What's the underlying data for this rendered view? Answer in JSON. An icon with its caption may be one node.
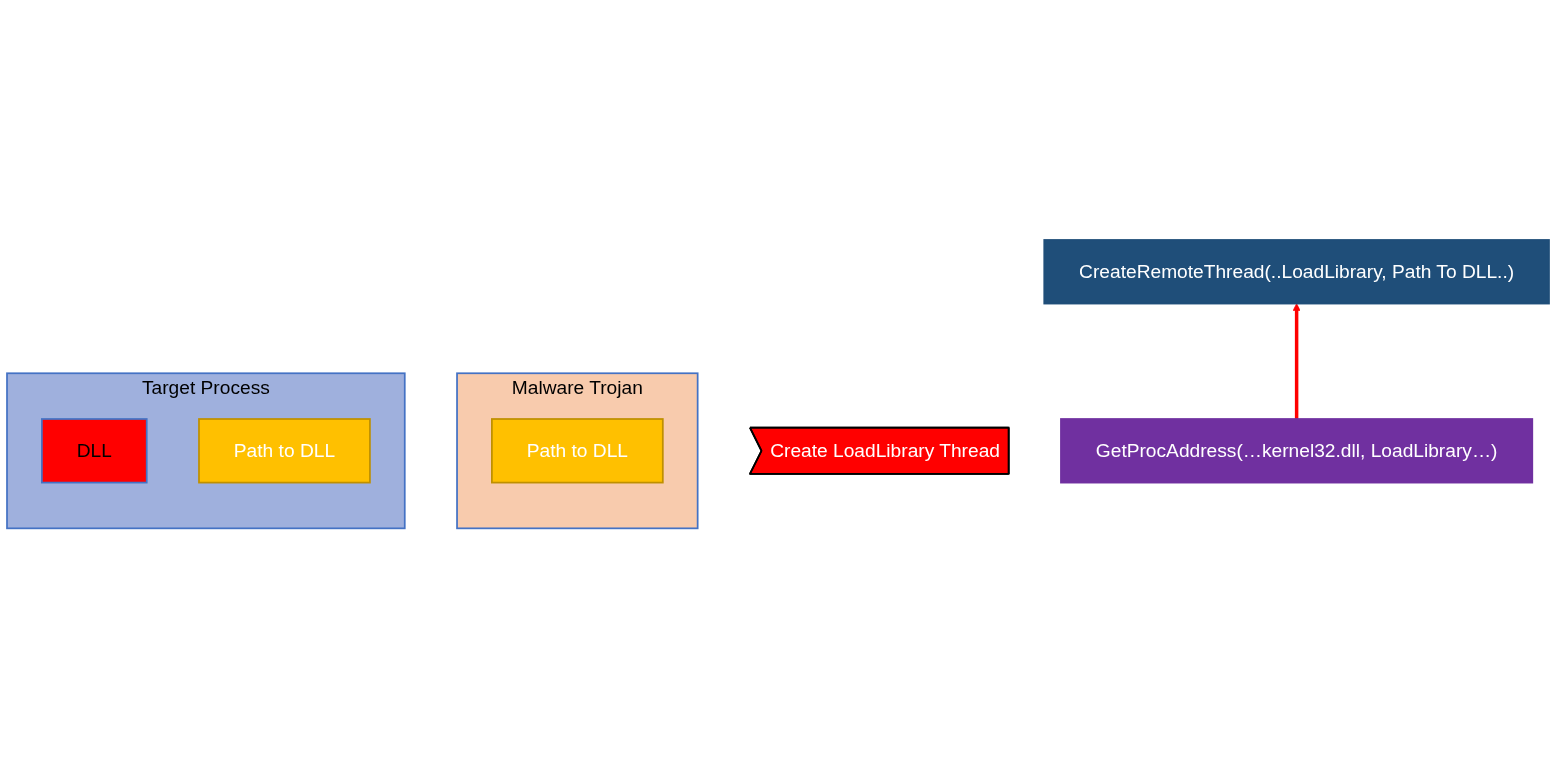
{
  "diagram": {
    "nodes": [
      {
        "text": [
          "Malware Trojan"
        ]
      },
      {
        "text": [
          "Path to DLL"
        ],
        "in": 0
      },
      {
        "text": [
          "Create LoadLibrary Thread"
        ]
      },
      {
        "text": [
          "CreateRemoteThread(..LoadLibrary, Path To DLL..)"
        ]
      },
      {
        "text": [
          "GetProcAddress(…kernel32.dll, LoadLibrary…)"
        ]
      },
      {
        "text": [
          "Target Process"
        ]
      },
      {
        "text": [
          "DLL"
        ],
        "in": 5
      },
      {
        "text": [
          "Path to DLL"
        ],
        "in": 5
      }
    ],
    "edges": [
      {
        "from": 4,
        "to": 3,
        "arrow": "to",
        "color": "#ff0000"
      }
    ]
  }
}
